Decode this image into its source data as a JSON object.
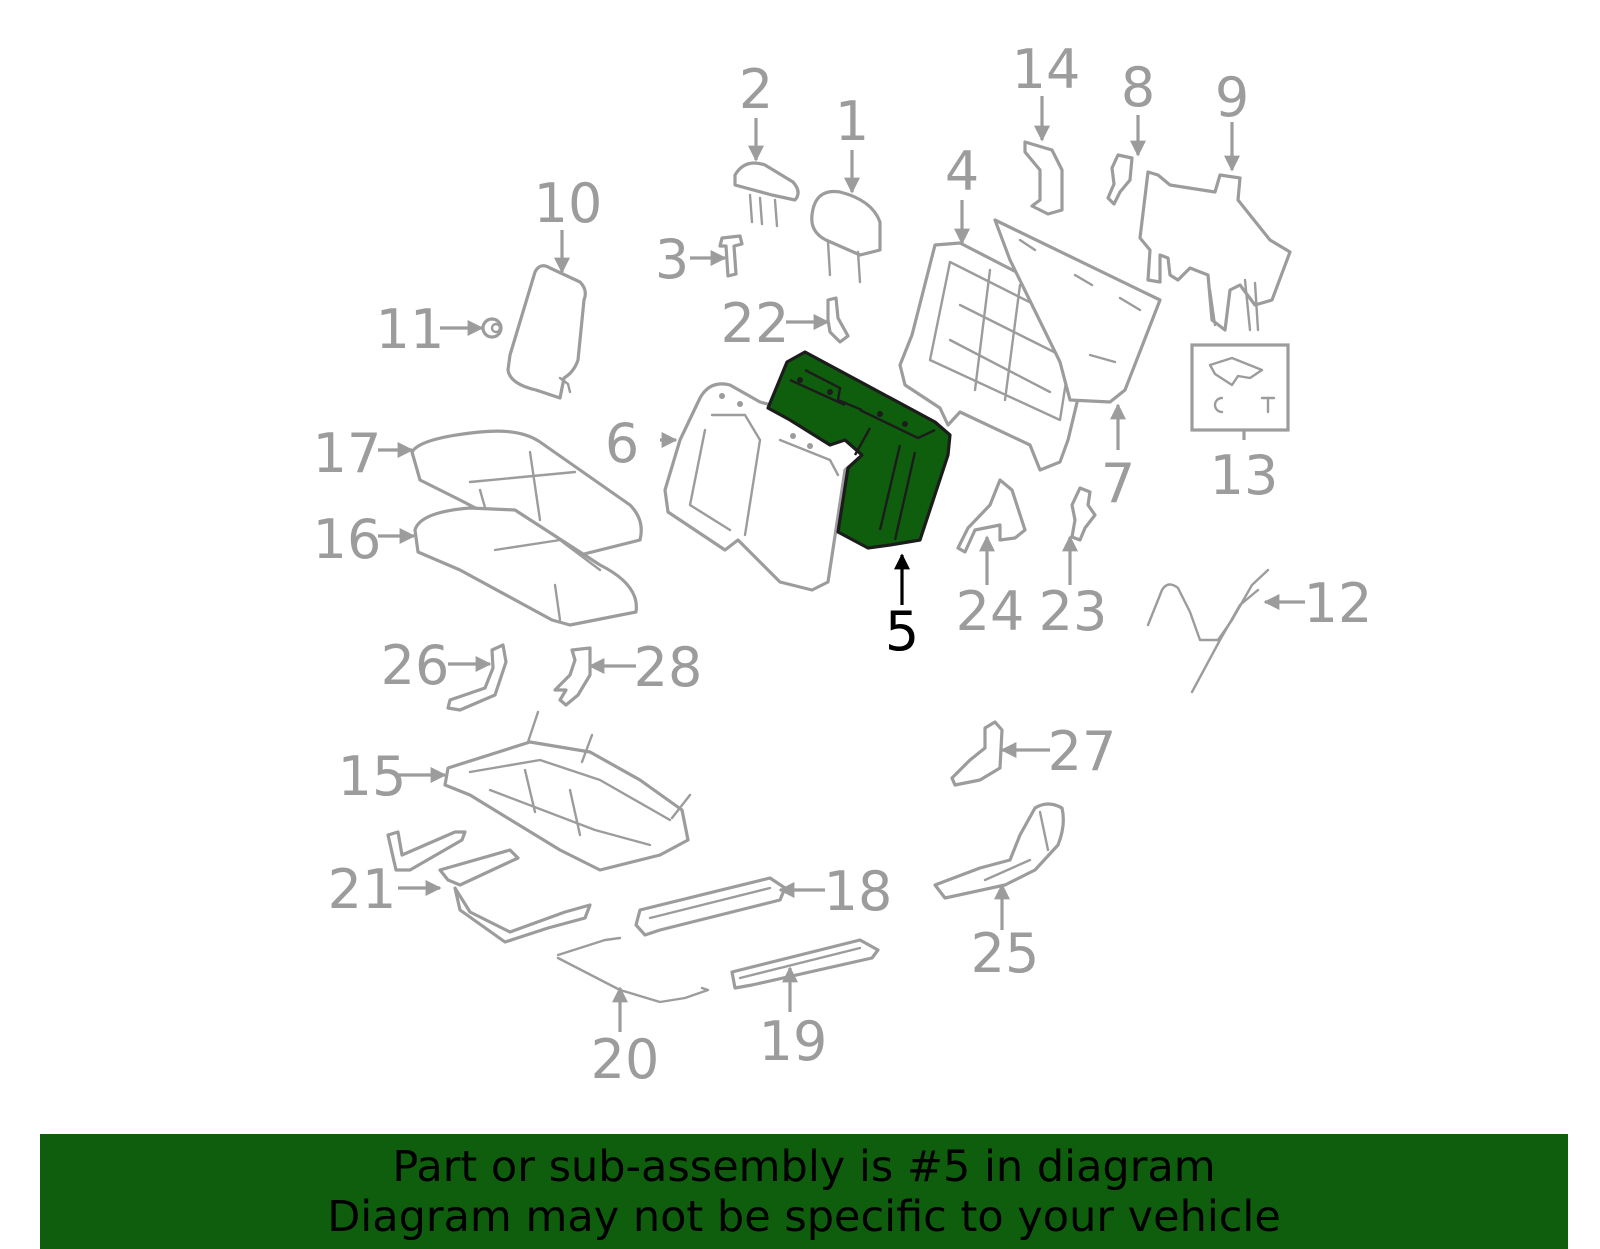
{
  "diagram": {
    "highlight_color": "#0f5e0d",
    "part_line_color": "#9c9c9c",
    "highlighted_part": "5",
    "callouts": [
      "1",
      "2",
      "3",
      "4",
      "5",
      "6",
      "7",
      "8",
      "9",
      "10",
      "11",
      "12",
      "13",
      "14",
      "15",
      "16",
      "17",
      "18",
      "19",
      "20",
      "21",
      "22",
      "23",
      "24",
      "25",
      "26",
      "27",
      "28"
    ]
  },
  "footer": {
    "line1": "Part or sub-assembly is #5 in diagram",
    "line2": "Diagram may not be specific to your vehicle"
  }
}
